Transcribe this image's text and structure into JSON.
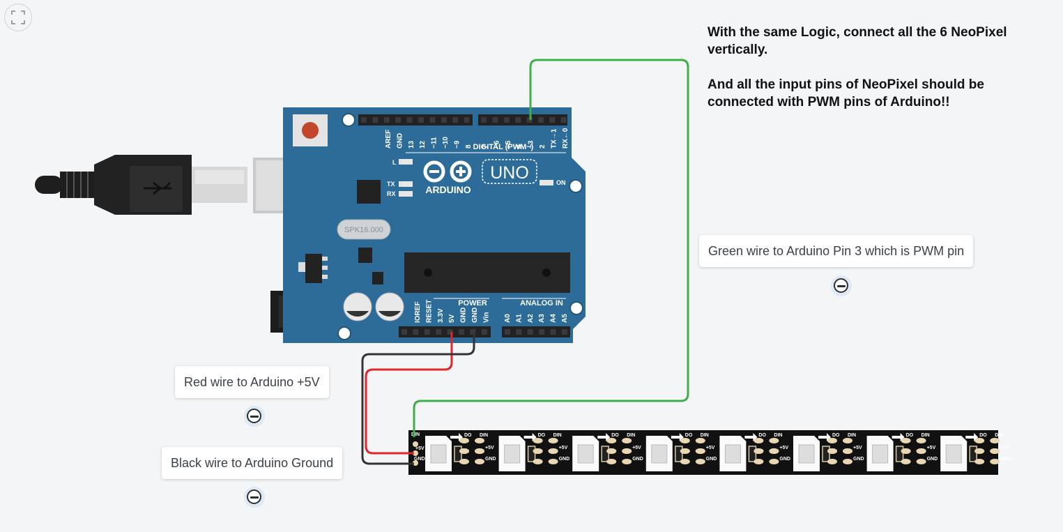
{
  "ui": {
    "expand_icon": "expand-corners-icon",
    "collapse_icon": "minus-circle-icon"
  },
  "instructions": {
    "line1": "With the same Logic, connect all the 6 NeoPixel vertically.",
    "line2": "And all the input pins of NeoPixel should be connected with PWM pins of Arduino!!"
  },
  "callouts": {
    "green": "Green wire to Arduino Pin 3 which is PWM pin",
    "red": "Red wire to Arduino +5V",
    "black": "Black wire to Arduino Ground"
  },
  "board": {
    "digital_pins": [
      "AREF",
      "GND",
      "13",
      "12",
      "~11",
      "~10",
      "~9",
      "8",
      "7",
      "~6",
      "~5",
      "4",
      "~3",
      "2",
      "TX→1",
      "RX←0"
    ],
    "digital_label": "DIGITAL (PWM~)",
    "power_pins": [
      "IOREF",
      "RESET",
      "3.3V",
      "5V",
      "GND",
      "GND",
      "Vin"
    ],
    "power_label": "POWER",
    "analog_pins": [
      "A0",
      "A1",
      "A2",
      "A3",
      "A4",
      "A5"
    ],
    "analog_label": "ANALOG IN",
    "brand": "ARDUINO",
    "model": "UNO",
    "led_l": "L",
    "led_tx": "TX",
    "led_rx": "RX",
    "led_on": "ON",
    "crystal": "SPK16.000"
  },
  "strip": {
    "din": "DIN",
    "do": "DO",
    "v5": "+5V",
    "gnd": "GND"
  },
  "colors": {
    "board": "#2d6b98",
    "green_wire": "#3fae49",
    "red_wire": "#e0262c",
    "black_wire": "#333333"
  }
}
